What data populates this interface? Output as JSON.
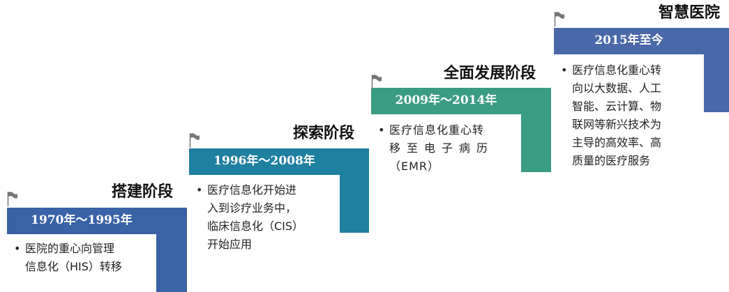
{
  "colors": {
    "stage1": "#3a62a6",
    "stage2": "#1f80a0",
    "stage3": "#3b9c84",
    "stage4": "#4a68a8",
    "flag": "#777777"
  },
  "stages": [
    {
      "title": "搭建阶段",
      "period": "1970年～1995年",
      "icon": "flag-icon",
      "bullet": "•",
      "lines": [
        "医院的重心向管理",
        "信息化（HIS）转移"
      ]
    },
    {
      "title": "探索阶段",
      "period": "1996年～2008年",
      "icon": "flag-icon",
      "bullet": "•",
      "lines": [
        "医疗信息化开始进",
        "入到诊疗业务中，",
        "临床信息化（CIS）",
        "开始应用"
      ]
    },
    {
      "title": "全面发展阶段",
      "period": "2009年～2014年",
      "icon": "flag-icon",
      "bullet": "•",
      "lines": [
        "医疗信息化重心转",
        "移至电子病历",
        "（EMR）"
      ]
    },
    {
      "title": "智慧医院",
      "period": "2015年至今",
      "icon": "flag-icon",
      "bullet": "•",
      "lines": [
        "医疗信息化重心转",
        "向以大数据、人工",
        "智能、云计算、物",
        "联网等新兴技术为",
        "主导的高效率、高",
        "质量的医疗服务"
      ]
    }
  ]
}
